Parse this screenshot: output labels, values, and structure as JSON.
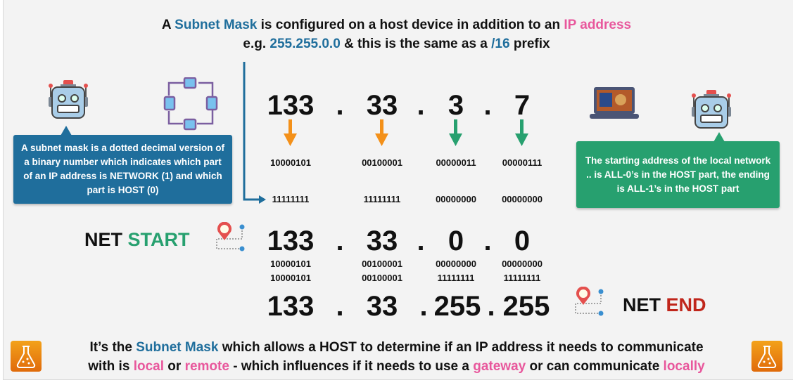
{
  "title": {
    "l1_a": "A ",
    "l1_b": "Subnet Mask",
    "l1_c": " is configured on a host device in addition to an ",
    "l1_d": "IP address",
    "l2_a": "e.g. ",
    "l2_b": "255.255.0.0",
    "l2_c": " & this is the same as a ",
    "l2_d": "/16",
    "l2_e": " prefix"
  },
  "left_callout": "A subnet mask is a dotted decimal version of a binary number which indicates which part of an IP address is NETWORK (1) and which part is HOST (0)",
  "right_callout": "The starting address of the local network .. is ALL-0’s in the HOST part, the ending is ALL-1’s in the HOST part",
  "ip": {
    "octets": [
      "133",
      "33",
      "3",
      "7"
    ],
    "binary": [
      "10000101",
      "00100001",
      "00000011",
      "00000111"
    ],
    "dot": "."
  },
  "mask": {
    "binary": [
      "11111111",
      "11111111",
      "00000000",
      "00000000"
    ]
  },
  "net_start": {
    "label_a": "NET ",
    "label_b": "START",
    "octets": [
      "133",
      "33",
      "0",
      "0"
    ],
    "binary": [
      "10000101",
      "00100001",
      "00000000",
      "00000000"
    ]
  },
  "net_end": {
    "label_a": "NET ",
    "label_b": "END",
    "octets": [
      "133",
      "33",
      "255",
      "255"
    ],
    "binary": [
      "10000101",
      "00100001",
      "11111111",
      "11111111"
    ]
  },
  "bottom": {
    "a": "It’s the ",
    "b": "Subnet Mask",
    "c": " which allows a HOST to determine if an IP address it needs to communicate",
    "d": "with is ",
    "e": "local",
    "f": " or ",
    "g": "remote",
    "h": " - which influences if it needs to use a ",
    "i": "gateway",
    "j": " or can communicate ",
    "k": "locally"
  },
  "colors": {
    "blue": "#1f6e9c",
    "green": "#27a06f",
    "pink": "#e8579c",
    "red": "#c0261b",
    "orange": "#f39019"
  }
}
